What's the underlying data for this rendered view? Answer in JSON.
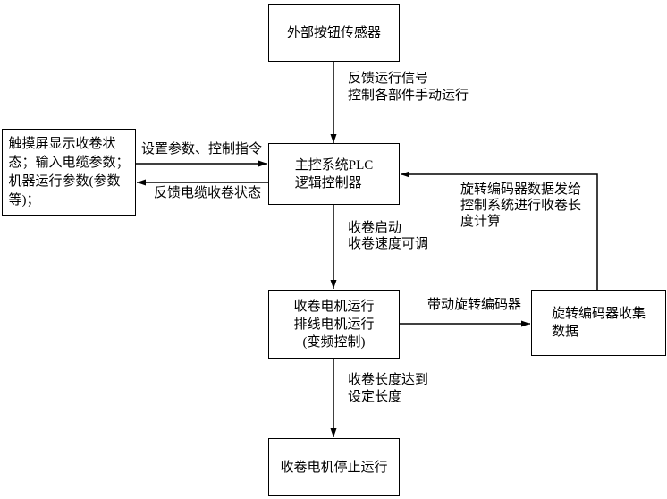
{
  "diagram": {
    "nodes": {
      "sensor": {
        "lines": [
          "外部按钮传感器"
        ]
      },
      "plc": {
        "lines": [
          "主控系统PLC",
          "逻辑控制器"
        ]
      },
      "touchscreen": {
        "lines": [
          "触摸屏显示收卷状",
          "态；输入电缆参数；",
          "机器运行参数(参数",
          "等)；"
        ]
      },
      "motor_run": {
        "lines": [
          "收卷电机运行",
          "排线电机运行",
          "(变频控制)"
        ]
      },
      "encoder": {
        "lines": [
          "旋转编码器收集",
          "数据"
        ]
      },
      "motor_stop": {
        "lines": [
          "收卷电机停止运行"
        ]
      }
    },
    "edges": {
      "sensor_to_plc": {
        "lines": [
          "反馈运行信号",
          "控制各部件手动运行"
        ]
      },
      "touchscreen_to_plc": {
        "lines": [
          "设置参数、控制指令"
        ]
      },
      "plc_to_touchscreen": {
        "lines": [
          "反馈电缆收卷状态"
        ]
      },
      "plc_to_motor_run": {
        "lines": [
          "收卷启动",
          "收卷速度可调"
        ]
      },
      "motor_run_to_encoder": {
        "lines": [
          "带动旋转编码器"
        ]
      },
      "encoder_to_plc": {
        "lines": [
          "旋转编码器数据发给",
          "控制系统进行收卷长",
          "度计算"
        ]
      },
      "motor_run_to_motor_stop": {
        "lines": [
          "收卷长度达到",
          "设定长度"
        ]
      }
    }
  }
}
